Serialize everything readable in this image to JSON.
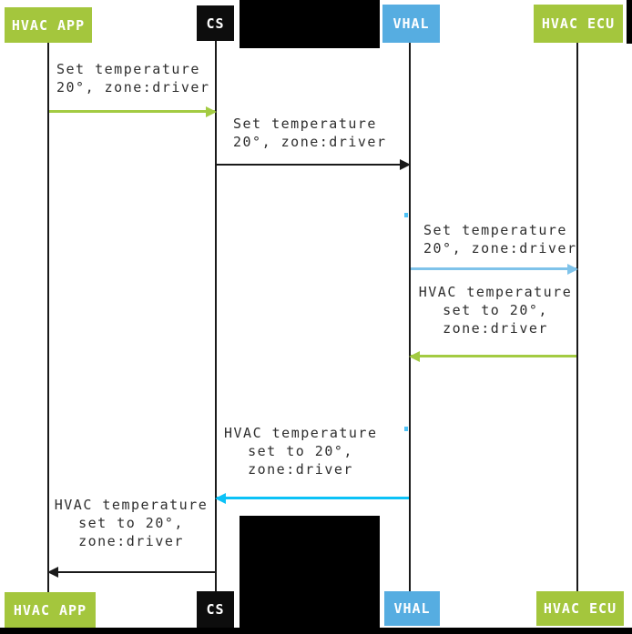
{
  "title": "HVAC set-temperature sequence diagram",
  "actors": [
    {
      "id": "hvac-app",
      "label": "HVAC APP"
    },
    {
      "id": "cs",
      "label": "CS"
    },
    {
      "id": "vhal",
      "label": "VHAL"
    },
    {
      "id": "hvac-ecu",
      "label": "HVAC ECU"
    }
  ],
  "messages": [
    {
      "from": "HVAC APP",
      "to": "CS",
      "lines": [
        "Set temperature",
        "20°, zone:driver"
      ]
    },
    {
      "from": "CS",
      "to": "VHAL",
      "lines": [
        "Set temperature",
        "20°, zone:driver"
      ]
    },
    {
      "from": "VHAL",
      "to": "HVAC ECU",
      "lines": [
        "Set temperature",
        "20°, zone:driver"
      ]
    },
    {
      "from": "HVAC ECU",
      "to": "VHAL",
      "lines": [
        "HVAC temperature",
        "set to 20°,",
        "zone:driver"
      ]
    },
    {
      "from": "VHAL",
      "to": "CS",
      "lines": [
        "HVAC temperature",
        "set to 20°,",
        "zone:driver"
      ]
    },
    {
      "from": "CS",
      "to": "HVAC APP",
      "lines": [
        "HVAC temperature",
        "set to 20°,",
        "zone:driver"
      ]
    }
  ],
  "colors": {
    "actor_green": "#a4c63d",
    "actor_blue": "#56ade1",
    "actor_black": "#0d0d0d",
    "arrow_green": "#a3cb42",
    "arrow_blue_light": "#7fc3ea",
    "arrow_cyan": "#0cc2f7",
    "arrow_black": "#1a1a1a",
    "lifeline_black": "#1a1a1a",
    "tick_blue": "#4fc3f7",
    "label_text": "#2e2e2e"
  }
}
